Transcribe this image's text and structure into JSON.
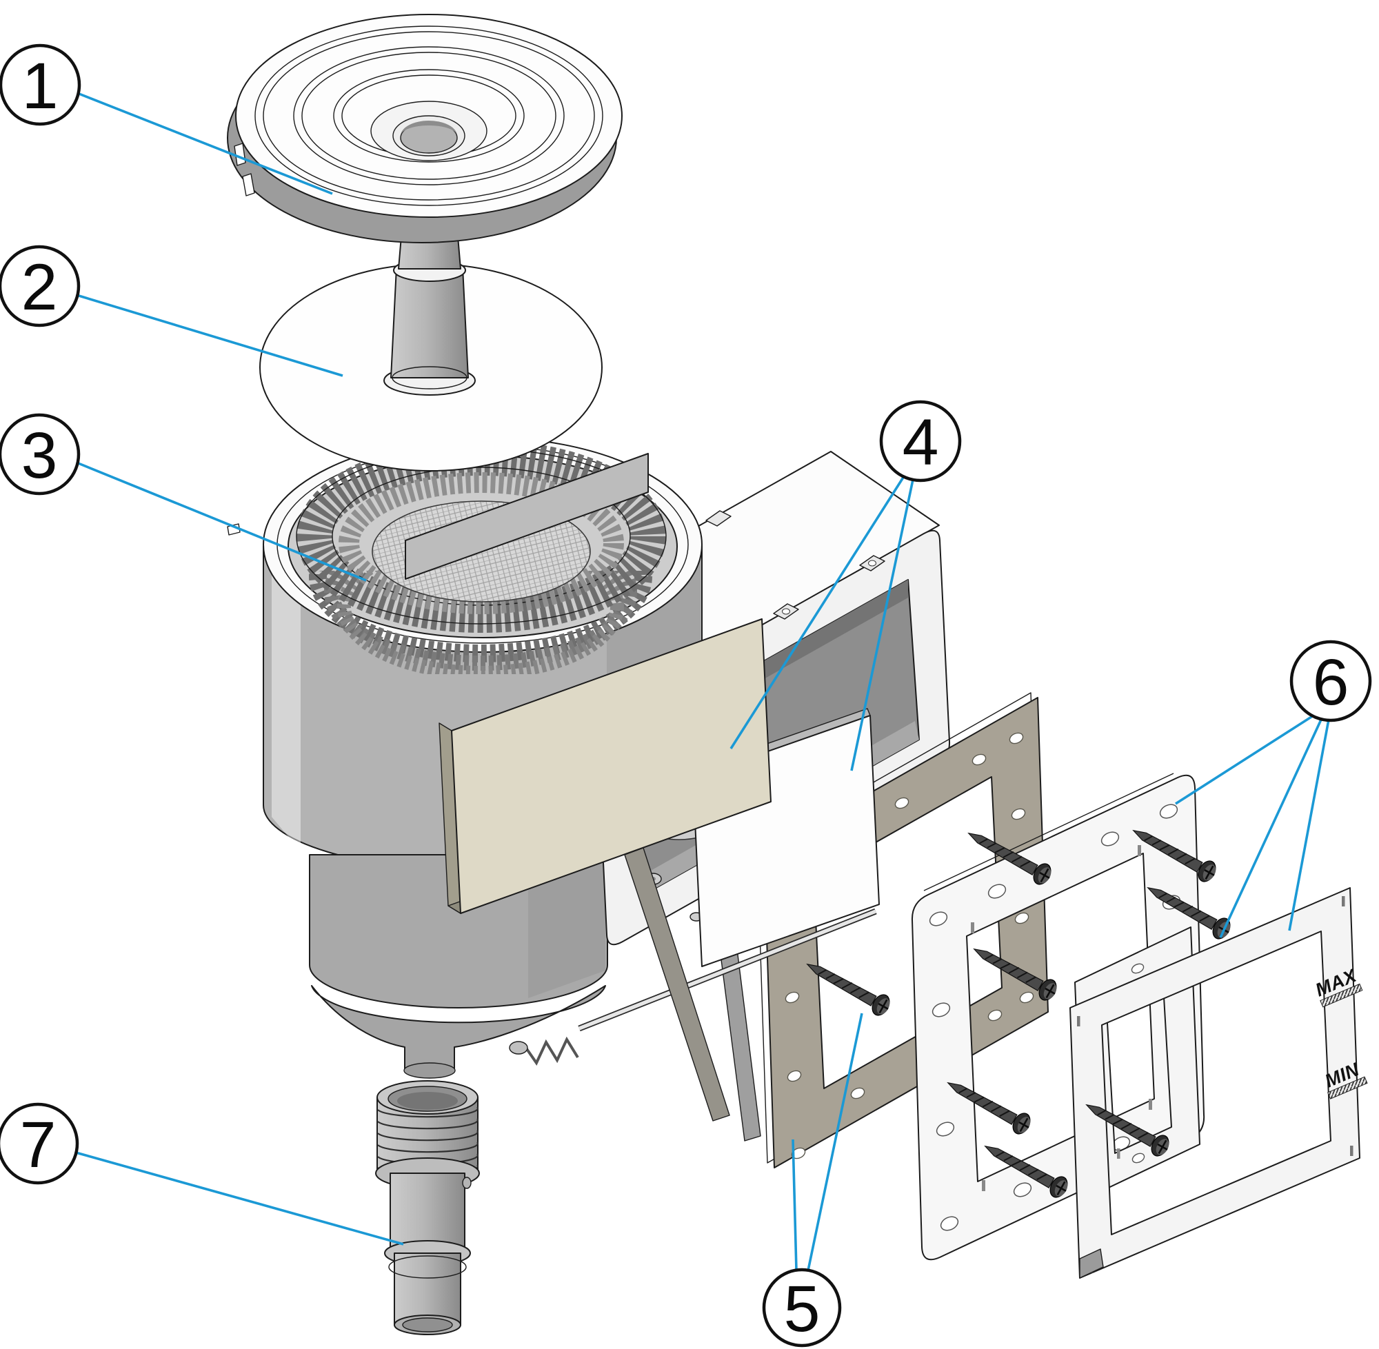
{
  "callouts": [
    {
      "number": "1"
    },
    {
      "number": "2"
    },
    {
      "number": "3"
    },
    {
      "number": "4"
    },
    {
      "number": "5"
    },
    {
      "number": "6"
    },
    {
      "number": "7"
    }
  ],
  "faceplate": {
    "max_label": "MAX",
    "min_label": "MIN"
  },
  "colors": {
    "callout_line": "#1b99d5",
    "outline": "#1c1c1c",
    "flap_beige": "#ded9c6",
    "gasket_tan": "#a8a295",
    "plastic_light": "#f5f5f5",
    "metal_gray": "#b3b3b3"
  }
}
